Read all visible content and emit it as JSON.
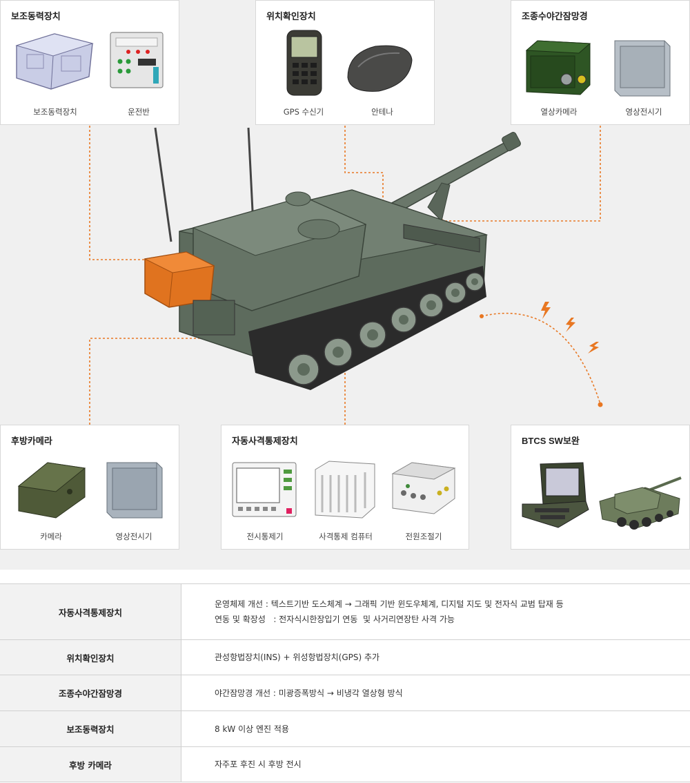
{
  "boxes": {
    "apu": {
      "title": "보조동력장치",
      "items": [
        "보조동력장치",
        "운전반"
      ]
    },
    "position": {
      "title": "위치확인장치",
      "items": [
        "GPS 수신기",
        "안테나"
      ]
    },
    "night": {
      "title": "조종수야간잠망경",
      "items": [
        "열상카메라",
        "영상전시기"
      ]
    },
    "rear": {
      "title": "후방카메라",
      "items": [
        "카메라",
        "영상전시기"
      ]
    },
    "fire": {
      "title": "자동사격통제장치",
      "items": [
        "전시통제기",
        "사격통제 컴퓨터",
        "전원조절기"
      ]
    },
    "btcs": {
      "title": "BTCS SW보완"
    }
  },
  "table": [
    {
      "header": "자동사격통제장치",
      "lines": [
        "운영체제 개선 : 텍스트기반 도스체계 → 그래픽 기반 윈도우체계, 디지털 지도 및 전자식 교범 탑재 등",
        "연동 및 확장성   : 전자식시한장입기 연동  및 사거리연장탄 사격 가능"
      ]
    },
    {
      "header": "위치확인장치",
      "lines": [
        "관성항법장치(INS) + 위성항법장치(GPS) 추가"
      ]
    },
    {
      "header": "조종수야간잠망경",
      "lines": [
        "야간잠망경 개선 : 미광증폭방식 → 비냉각 열상형 방식"
      ]
    },
    {
      "header": "보조동력장치",
      "lines": [
        "8 kW 이상 엔진 적용"
      ]
    },
    {
      "header": "후방 카메라",
      "lines": [
        "자주포 후진 시 후방 전시"
      ]
    }
  ],
  "colors": {
    "accent": "#e87722",
    "vehicle": "#5d6b5d",
    "apu_highlight": "#e0731f"
  },
  "icons": [
    "lightning-icon"
  ]
}
